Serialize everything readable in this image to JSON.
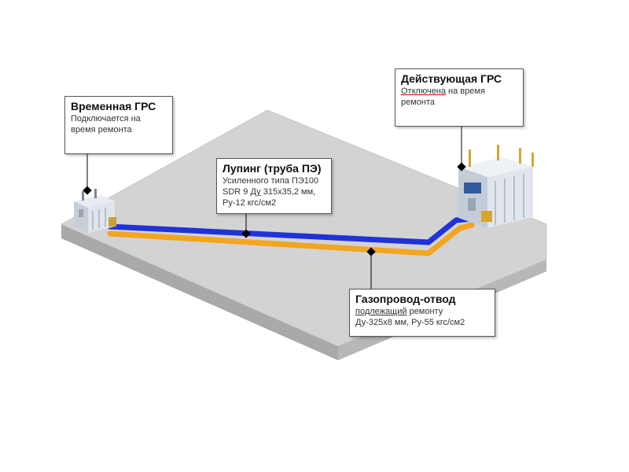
{
  "colors": {
    "loop_pipe": "#1f33d6",
    "main_pipe": "#f2a51f",
    "ground_top": "#d2d2d2",
    "ground_edge": "#bdbdbd"
  },
  "callouts": {
    "temporary_grs": {
      "title": "Временная ГРС",
      "line1": "Подключается на",
      "line2": "время ремонта"
    },
    "active_grs": {
      "title": "Действующая ГРС",
      "line1_underlined": "Отключена",
      "line1_rest": " на время",
      "line2": "ремонта"
    },
    "looping": {
      "title": "Лупинг (труба ПЭ)",
      "line1": "Усиленного типа ПЭ100",
      "line2_a": "SDR 9 ",
      "line2_b": "Ду",
      "line2_c": " 315х35,2 мм,",
      "line3": "Ру-12 кгс/см2"
    },
    "branch_pipeline": {
      "title": "Газопровод-отвод",
      "line1_underlined": "подлежащий",
      "line1_rest": " ремонту",
      "line2": "Ду-325х8 мм, Ру-55 кгс/см2"
    }
  },
  "stations": {
    "temporary": {
      "icon": "gas-station-icon"
    },
    "active": {
      "icon": "gas-station-icon"
    }
  }
}
